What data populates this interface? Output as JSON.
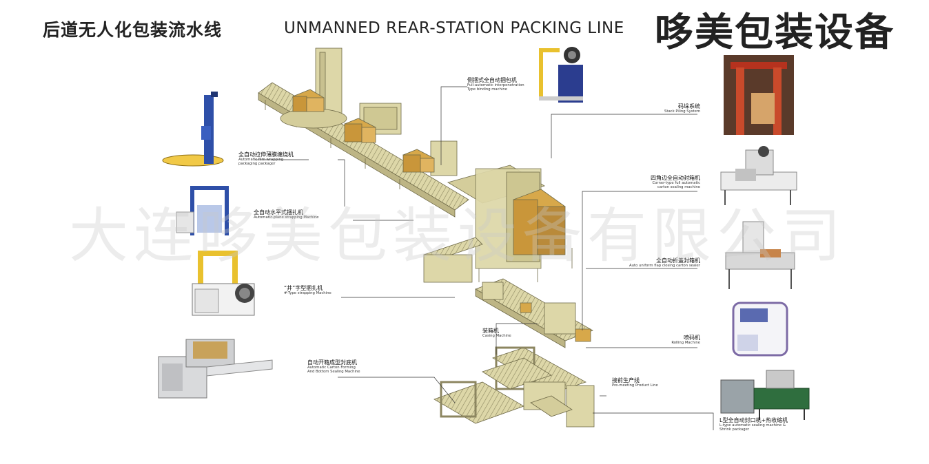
{
  "header": {
    "title_cn": "后道无人化包装流水线",
    "title_en": "UNMANNED REAR-STATION PACKING LINE",
    "brand": "哆美包装设备"
  },
  "watermark": "大连哆美包装设备有限公司",
  "labels": {
    "side_binding": {
      "cn": "侧捆式全自动捆包机",
      "en1": "Full-automatic interpenetration",
      "en2": "Type binding machine"
    },
    "stack_piling": {
      "cn": "码垛系统",
      "en1": "Stack Piling System",
      "en2": ""
    },
    "film_wrapping": {
      "cn": "全自动拉伸薄膜缠绕机",
      "en1": "Automatic film wrapping",
      "en2": "packaging packager"
    },
    "corner_sealing": {
      "cn": "四角边全自动封箱机",
      "en1": "Corner-type full automatic",
      "en2": "carton sealing machine"
    },
    "plane_strapping": {
      "cn": "全自动水平式捆扎机",
      "en1": "Automatic-plane strapping Machine",
      "en2": ""
    },
    "flap_sealing": {
      "cn": "全自动折盖封箱机",
      "en1": "Auto uniform flap closing carton sealer",
      "en2": ""
    },
    "well_strapping": {
      "cn": "“井”字型捆扎机",
      "en1": "#-Type strapping Machine",
      "en2": ""
    },
    "casing": {
      "cn": "装箱机",
      "en1": "Casing Machine",
      "en2": ""
    },
    "rolling": {
      "cn": "喷码机",
      "en1": "Rolling Machine",
      "en2": ""
    },
    "carton_forming": {
      "cn": "自动开箱成型封底机",
      "en1": "Automatic Carton Forming",
      "en2": "And Bottom Sealing Machine"
    },
    "pre_meeting": {
      "cn": "接前生产线",
      "en1": "Pre-meeting Product Line",
      "en2": ""
    },
    "l_type": {
      "cn": "L型全自动封口机+热收缩机",
      "en1": "L-type automatic sealing machine &",
      "en2": "Shrink packager"
    }
  },
  "colors": {
    "machine": "#ddd7a8",
    "machine_dark": "#b9b27f",
    "box": "#d7a84a",
    "line": "#333333",
    "blue": "#2e4fa8",
    "red": "#b5321e",
    "yellow": "#e9c12e"
  }
}
